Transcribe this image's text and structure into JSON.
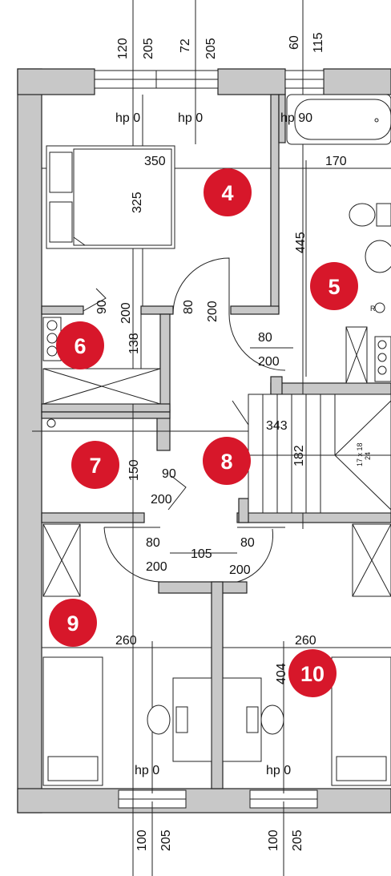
{
  "badges": {
    "r4": "4",
    "r5": "5",
    "r6": "6",
    "r7": "7",
    "r8": "8",
    "r9": "9",
    "r10": "10"
  },
  "colors": {
    "badge": "#d7172a",
    "wall": "#c8c8c8",
    "line": "#222222"
  },
  "windows_top": {
    "w1_width": "120",
    "w1_height": "205",
    "w2_width": "72",
    "w2_height": "205",
    "w3_width": "60",
    "w3_height": "115"
  },
  "windows_bottom": {
    "w1_width": "100",
    "w1_height": "205",
    "w2_width": "100",
    "w2_height": "205"
  },
  "sill_heights": {
    "s1": "hp 0",
    "s2": "hp 0",
    "s3": "hp 90",
    "s4": "hp 0",
    "s5": "hp 0"
  },
  "dimensions": {
    "d350": "350",
    "d170": "170",
    "d325": "325",
    "d445": "445",
    "d138": "138",
    "d343": "343",
    "d182": "182",
    "d150": "150",
    "d105": "105",
    "d260a": "260",
    "d260b": "260",
    "d404": "404",
    "stairs": "17 x 18",
    "stairs2": "24"
  },
  "doors": {
    "door1_w": "80",
    "door1_h": "200",
    "door2_w": "80",
    "door2_h": "200",
    "door3_w": "90",
    "door3_h": "200",
    "door4_w": "90",
    "door4_h": "200",
    "door5_w": "80",
    "door5_h": "200",
    "door6_w": "80",
    "door6_h": "200"
  },
  "labels": {
    "rp": "R"
  }
}
